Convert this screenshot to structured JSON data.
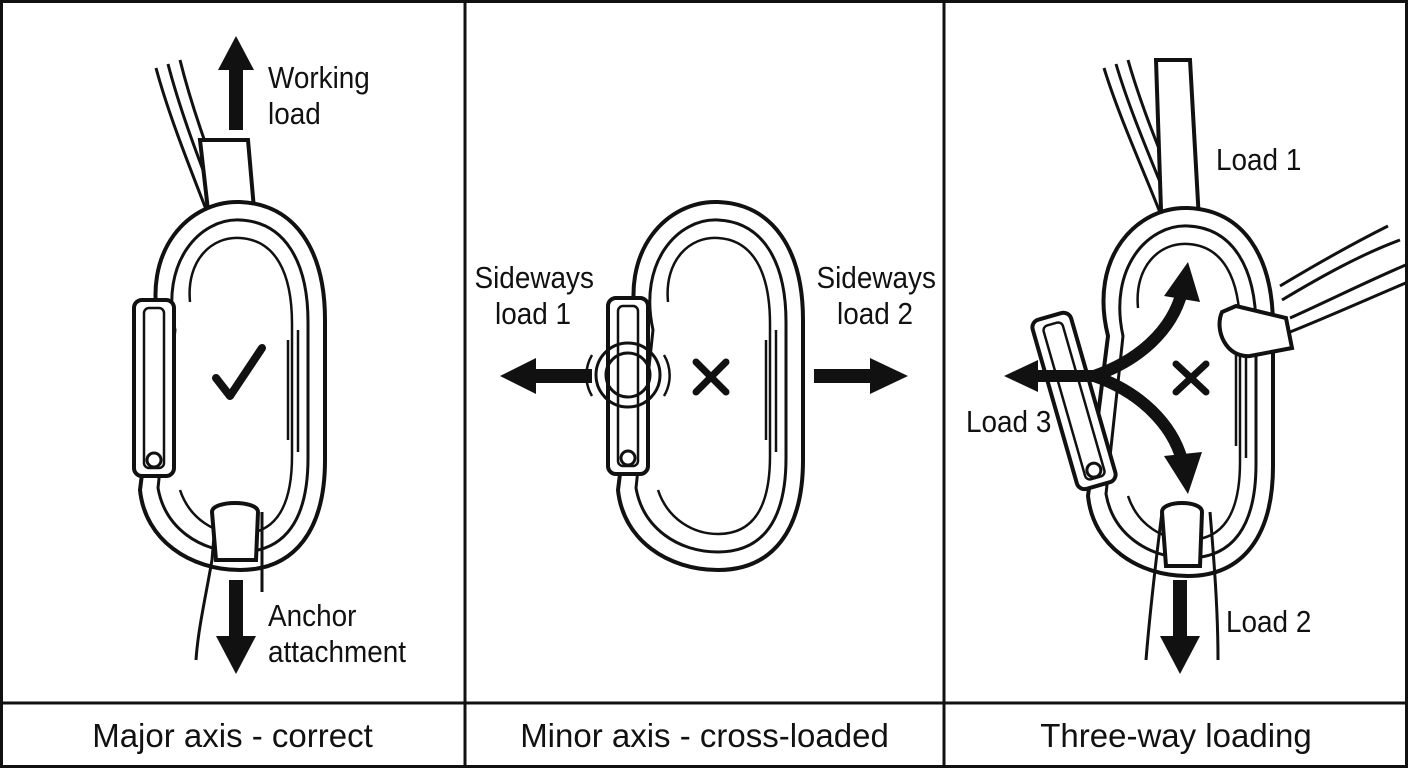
{
  "panels": [
    {
      "caption": "Major axis - correct",
      "labels": {
        "working_load": "Working\nload",
        "anchor": "Anchor\nattachment"
      },
      "status": "correct"
    },
    {
      "caption": "Minor axis - cross-loaded",
      "labels": {
        "sideways_1": "Sideways\nload 1",
        "sideways_2": "Sideways\nload 2"
      },
      "status": "incorrect"
    },
    {
      "caption": "Three-way loading",
      "labels": {
        "load_1": "Load 1",
        "load_2": "Load 2",
        "load_3": "Load 3"
      },
      "status": "incorrect"
    }
  ],
  "colors": {
    "ink": "#111111",
    "background": "#ffffff"
  },
  "icons": [
    "check-icon",
    "x-mark-icon",
    "arrow-icon",
    "carabiner-icon",
    "sling-icon"
  ]
}
